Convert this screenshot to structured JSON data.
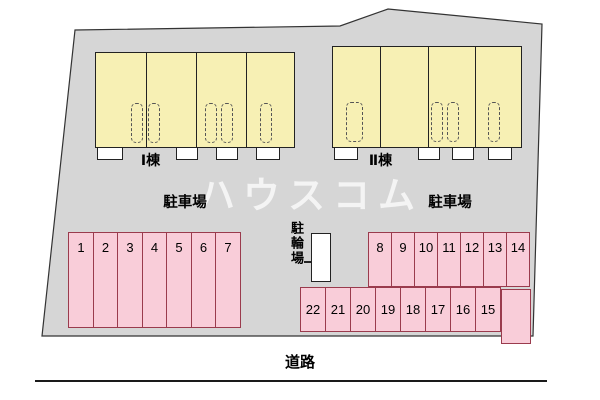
{
  "watermark": "ハウスコム",
  "buildings": {
    "left": {
      "label": "Ⅰ棟"
    },
    "right": {
      "label": "Ⅱ棟"
    }
  },
  "labels": {
    "parking_left": "駐車場",
    "parking_right": "駐車場",
    "bicycle": "駐輪場",
    "road": "道路"
  },
  "parking": {
    "left_row": [
      "1",
      "2",
      "3",
      "4",
      "5",
      "6",
      "7"
    ],
    "right_top_row": [
      "8",
      "9",
      "10",
      "11",
      "12",
      "13",
      "14"
    ],
    "right_bottom_row": [
      "22",
      "21",
      "20",
      "19",
      "18",
      "17",
      "16",
      "15"
    ]
  },
  "colors": {
    "site_fill": "#d6d6d6",
    "building_fill": "#f7f0b4",
    "stall_fill": "#f9cdd9",
    "stall_border": "#9a3b4d"
  }
}
